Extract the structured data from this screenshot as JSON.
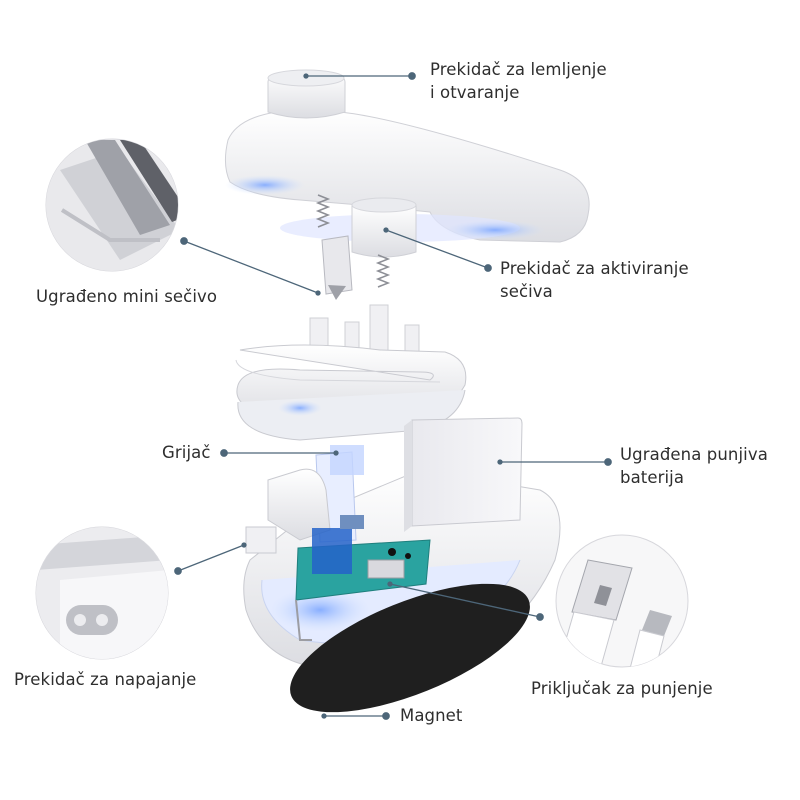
{
  "labels": {
    "sealing_switch": [
      "Prekidač za lemljenje",
      "i otvaranje"
    ],
    "mini_blade": [
      "Ugrađeno mini sečivo"
    ],
    "blade_switch": [
      "Prekidač za aktiviranje",
      "sečiva"
    ],
    "heater": [
      "Grijač"
    ],
    "battery": [
      "Ugrađena punjiva",
      "baterija"
    ],
    "power_switch": [
      "Prekidač za napajanje"
    ],
    "charging_port": [
      "Priključak za punjenje"
    ],
    "magnet": [
      "Magnet"
    ]
  },
  "colors": {
    "leader_line": "#4d6679",
    "text": "#2e2e2e",
    "device_white": "#f4f4f5",
    "glow_blue": "#a9c6ff",
    "pcb_teal": "#2aa3a0",
    "magnet_black": "#1f1f1f"
  }
}
